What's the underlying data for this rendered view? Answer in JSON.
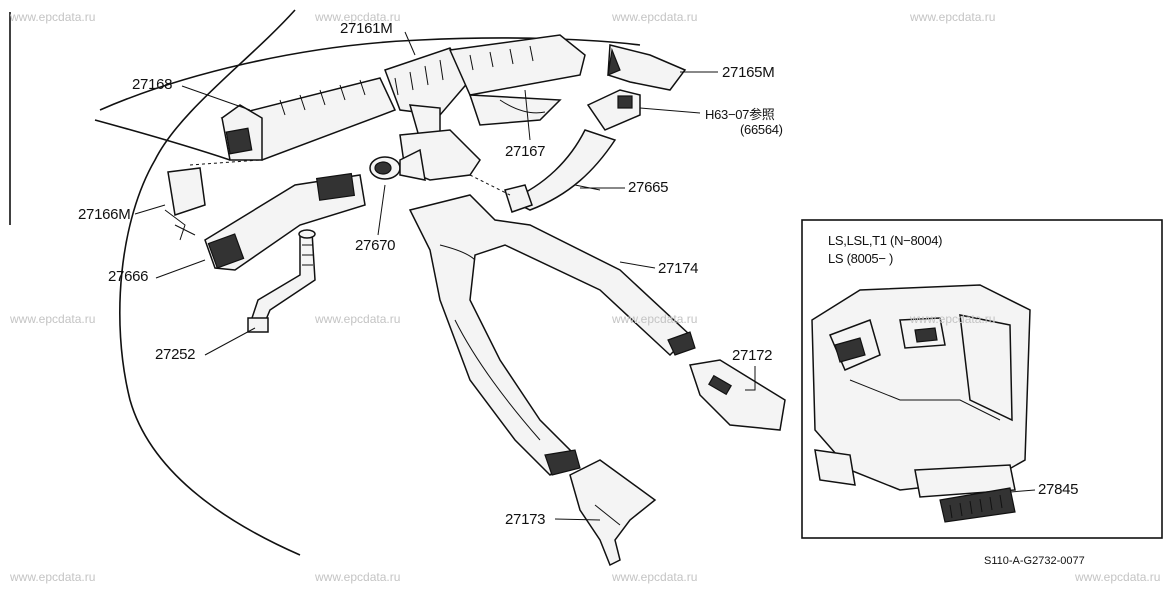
{
  "watermark": "www.epcdata.ru",
  "figure_code": "S110-A-G2732-0077",
  "parts": [
    {
      "id": "27161M",
      "label": "27161M"
    },
    {
      "id": "27168",
      "label": "27168"
    },
    {
      "id": "27165M",
      "label": "27165M"
    },
    {
      "id": "H63-07",
      "label": "H63−07参照"
    },
    {
      "id": "66564",
      "label": "(66564)"
    },
    {
      "id": "27167",
      "label": "27167"
    },
    {
      "id": "27665",
      "label": "27665"
    },
    {
      "id": "27166M",
      "label": "27166M"
    },
    {
      "id": "27670",
      "label": "27670"
    },
    {
      "id": "27174",
      "label": "27174"
    },
    {
      "id": "27666",
      "label": "27666"
    },
    {
      "id": "27252",
      "label": "27252"
    },
    {
      "id": "27172",
      "label": "27172"
    },
    {
      "id": "27173",
      "label": "27173"
    },
    {
      "id": "27845",
      "label": "27845"
    }
  ],
  "inset": {
    "line1": "LS,LSL,T1 (N−8004)",
    "line2": "LS (8005−        )"
  }
}
